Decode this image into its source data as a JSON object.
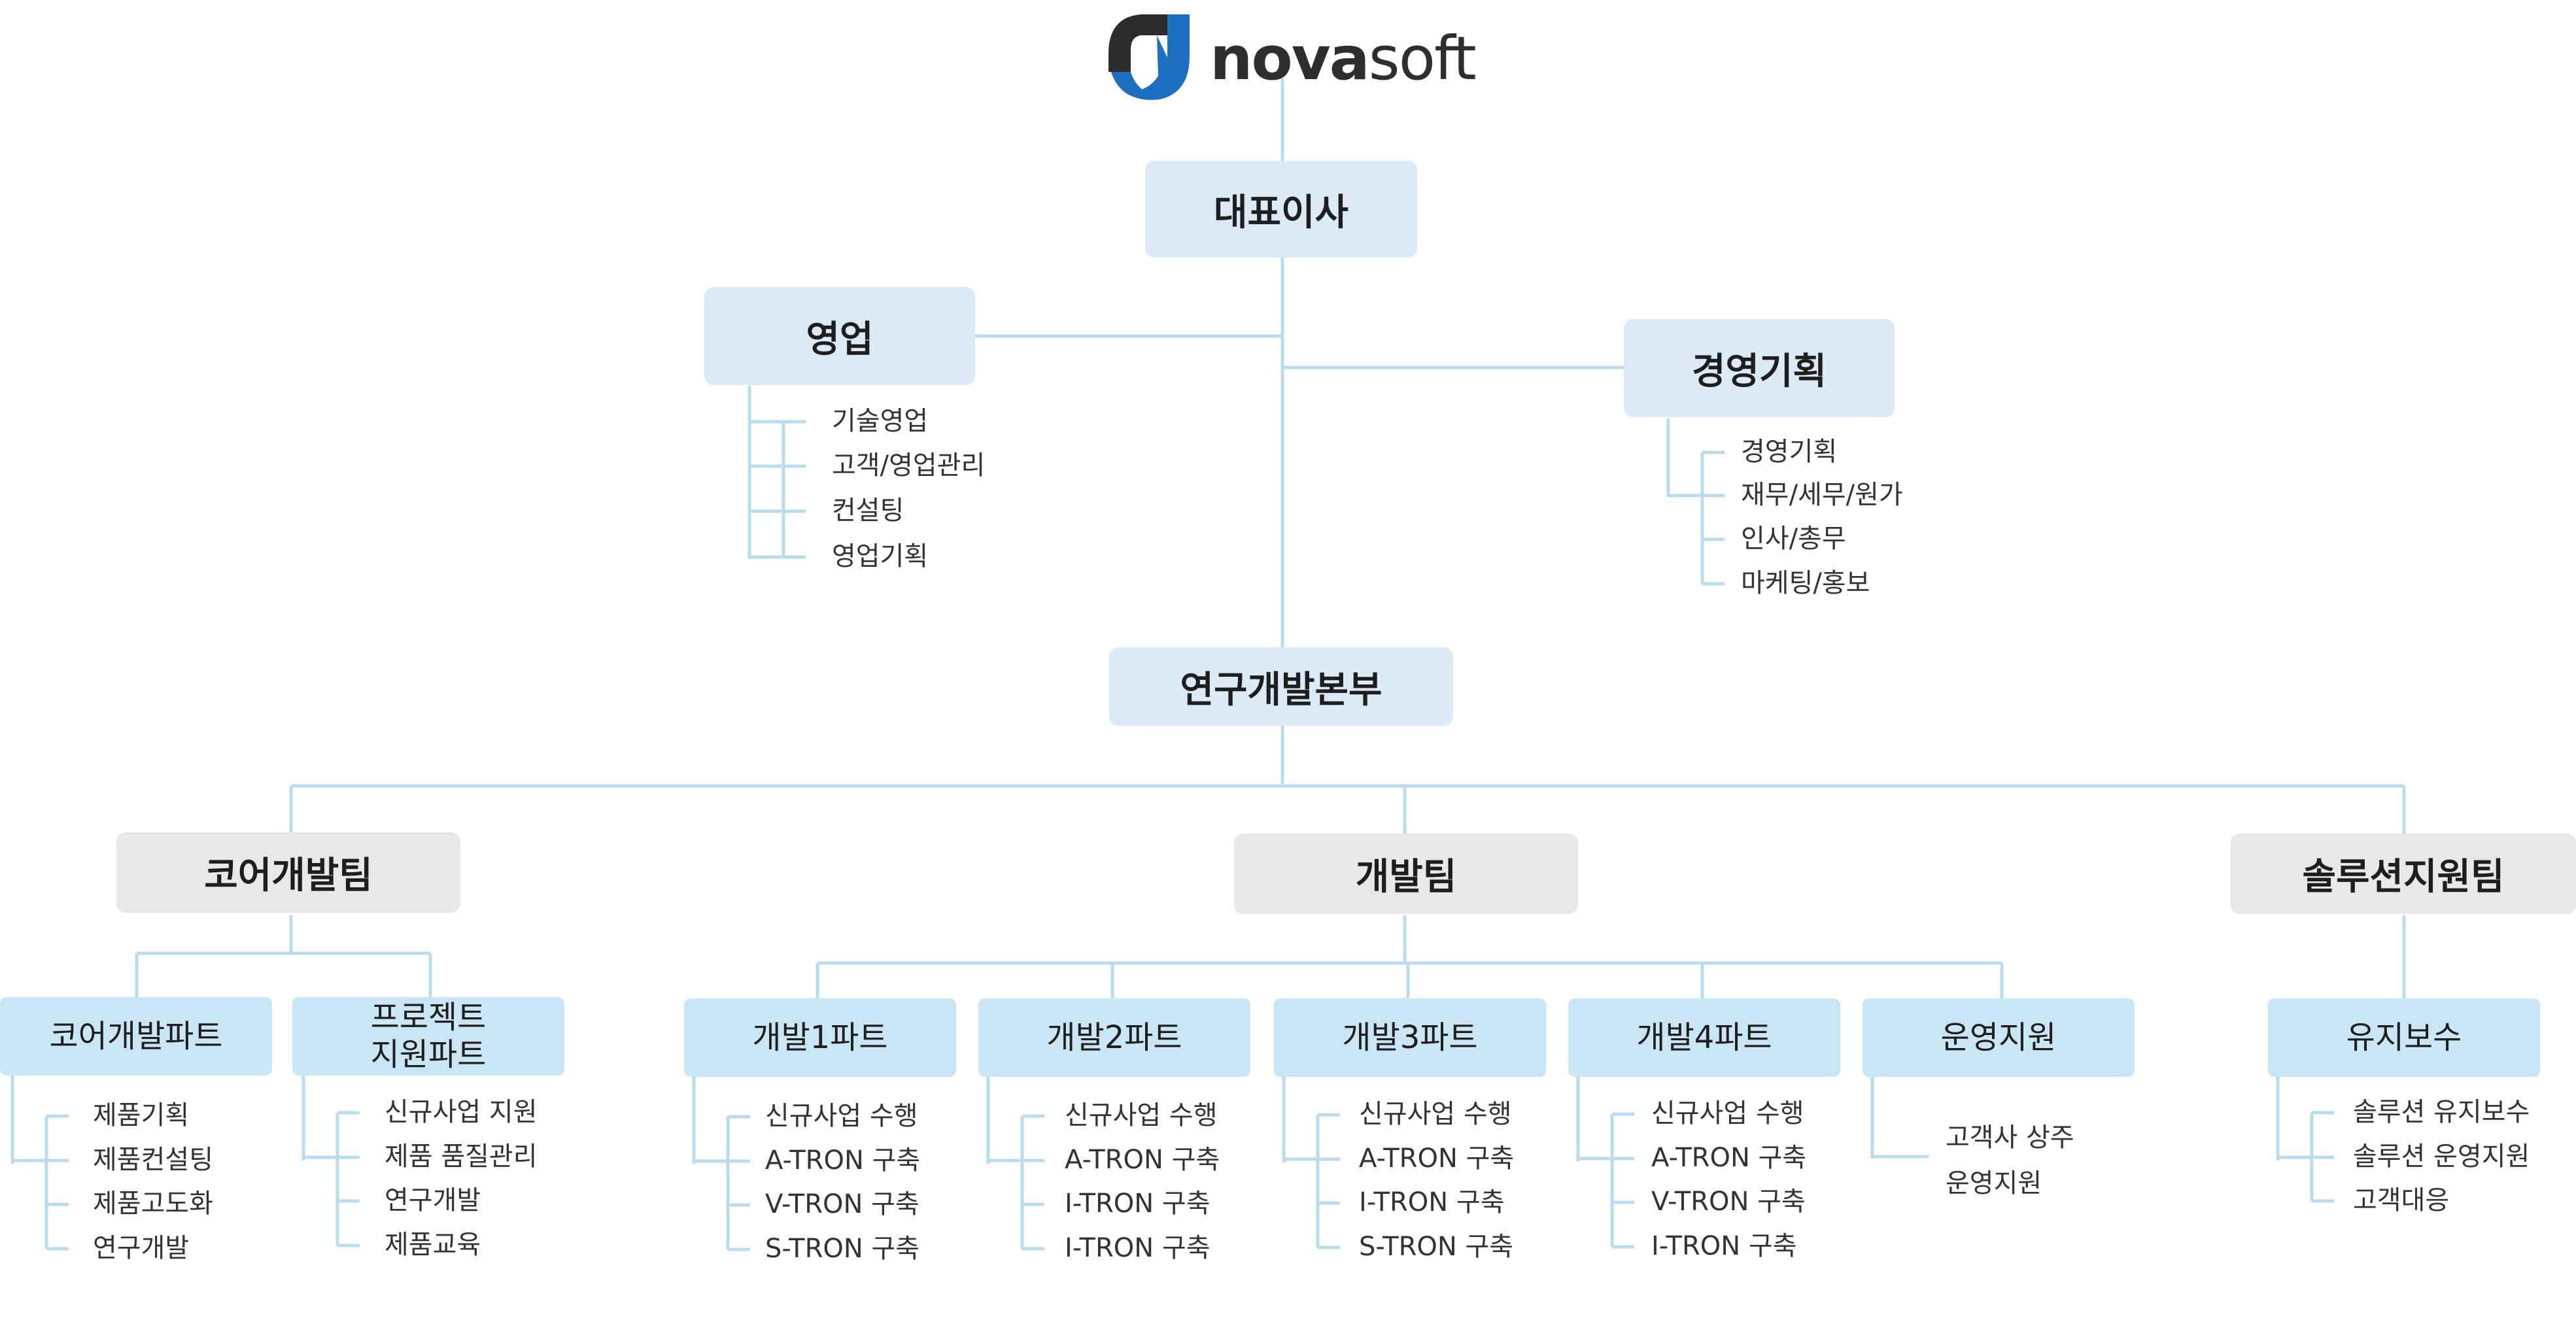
{
  "logo": {
    "brand_bold": "nova",
    "brand_light": "soft"
  },
  "ceo": {
    "label": "대표이사"
  },
  "sales": {
    "label": "영업",
    "items": [
      "기술영업",
      "고객/영업관리",
      "컨설팅",
      "영업기획"
    ]
  },
  "mgmt": {
    "label": "경영기획",
    "items": [
      "경영기획",
      "재무/세무/원가",
      "인사/총무",
      "마케팅/홍보"
    ]
  },
  "rnd": {
    "label": "연구개발본부"
  },
  "core_team": {
    "label": "코어개발팀",
    "parts": [
      {
        "label": "코어개발파트",
        "items": [
          "제품기획",
          "제품컨설팅",
          "제품고도화",
          "연구개발"
        ]
      },
      {
        "label_line1": "프로젝트",
        "label_line2": "지원파트",
        "items": [
          "신규사업 지원",
          "제품 품질관리",
          "연구개발",
          "제품교육"
        ]
      }
    ]
  },
  "dev_team": {
    "label": "개발팀",
    "parts": [
      {
        "label": "개발1파트",
        "items": [
          "신규사업 수행",
          "A-TRON 구축",
          "V-TRON 구축",
          "S-TRON 구축"
        ]
      },
      {
        "label": "개발2파트",
        "items": [
          "신규사업 수행",
          "A-TRON 구축",
          "I-TRON 구축",
          "I-TRON 구축"
        ]
      },
      {
        "label": "개발3파트",
        "items": [
          "신규사업 수행",
          "A-TRON 구축",
          "I-TRON 구축",
          "S-TRON 구축"
        ]
      },
      {
        "label": "개발4파트",
        "items": [
          "신규사업 수행",
          "A-TRON 구축",
          "V-TRON 구축",
          "I-TRON 구축"
        ]
      },
      {
        "label": "운영지원",
        "items": [
          "고객사 상주",
          "운영지원"
        ]
      }
    ]
  },
  "solution_team": {
    "label": "솔루션지원팀",
    "parts": [
      {
        "label": "유지보수",
        "items": [
          "솔루션 유지보수",
          "솔루션 운영지원",
          "고객대응"
        ]
      }
    ]
  },
  "colors": {
    "connector": "#bcdcee",
    "level1_box": "#dce9f6",
    "team_box": "#e8e8e8",
    "part_box": "#cae6f4",
    "logo_dark": "#2c2c2c",
    "logo_blue": "#1e6fc0"
  }
}
